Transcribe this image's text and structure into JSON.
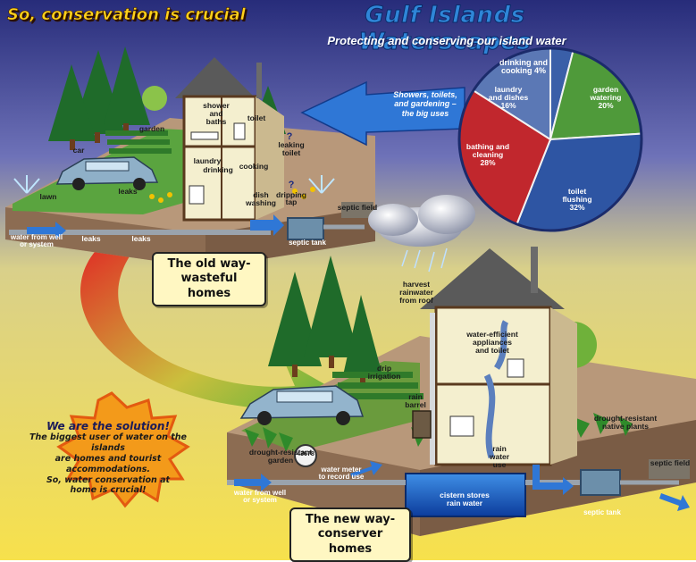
{
  "header": {
    "headline": "So, conservation is crucial",
    "title": "Gulf Islands Waterscapes",
    "subtitle": "Protecting and conserving our island water"
  },
  "old_way": {
    "sign": [
      "The old way-",
      "wasteful homes"
    ],
    "labels": {
      "shower": [
        "shower",
        "and",
        "baths"
      ],
      "toilet": "toilet",
      "leaking_toilet": [
        "leaking",
        "toilet"
      ],
      "garden": "garden",
      "car": "car",
      "laundry": "laundry",
      "drinking": "drinking",
      "cooking": "cooking",
      "dish_washing": [
        "dish",
        "washing"
      ],
      "dripping_tap": [
        "dripping",
        "tap"
      ],
      "lawn": "lawn",
      "leaks_yard": "leaks",
      "septic_field": "septic field",
      "water_from_well": [
        "water from well",
        "or system"
      ],
      "leaks_pipe_1": "leaks",
      "leaks_pipe_2": "leaks",
      "septic_tank": "septic tank",
      "question_mark": "?"
    }
  },
  "pie": {
    "intro": [
      "Showers, toilets,",
      "and gardening –",
      "the big uses"
    ],
    "slices": [
      {
        "label": [
          "drinking and",
          "cooking 4%"
        ],
        "percent": 4,
        "color": "#3a5fa8"
      },
      {
        "label": [
          "garden",
          "watering",
          "20%"
        ],
        "percent": 20,
        "color": "#4f9a3a"
      },
      {
        "label": [
          "toilet",
          "flushing",
          "32%"
        ],
        "percent": 32,
        "color": "#2e55a3"
      },
      {
        "label": [
          "bathing and",
          "cleaning",
          "28%"
        ],
        "percent": 28,
        "color": "#c1272d"
      },
      {
        "label": [
          "laundry",
          "and dishes",
          "16%"
        ],
        "percent": 16,
        "color": "#5b78b5"
      }
    ]
  },
  "new_way": {
    "sign": [
      "The new way-",
      "conserver homes"
    ],
    "labels": {
      "harvest": [
        "harvest",
        "rainwater",
        "from roof"
      ],
      "appliances": [
        "water-efficient",
        "appliances",
        "and toilet"
      ],
      "drip_irrigation": [
        "drip",
        "irrigation"
      ],
      "rain_barrel": [
        "rain",
        "barrel"
      ],
      "rain_water_use": [
        "rain",
        "water",
        "use"
      ],
      "drought_native": [
        "drought-resistant",
        "native plants"
      ],
      "drought_garden": [
        "drought-resistant",
        "garden"
      ],
      "meter_reading": "43678",
      "water_meter": [
        "water meter",
        "to record use"
      ],
      "water_from_well": [
        "water from well",
        "or system"
      ],
      "cistern": [
        "cistern stores",
        "rain water"
      ],
      "septic_field": "septic field",
      "septic_tank": "septic tank"
    }
  },
  "burst": {
    "headline": "We are the solution!",
    "lines": [
      "The biggest user of water on the islands",
      "are homes and tourist accommodations.",
      "So, water conservation at",
      "home is crucial!"
    ]
  },
  "colors": {
    "sky_top": "#2a2f7e",
    "sky_bottom": "#f6e35c",
    "ground": "#b99a76",
    "grass": "#4f9a3a",
    "arrow_blue": "#2f77d6",
    "burst": "#f39a1a"
  }
}
